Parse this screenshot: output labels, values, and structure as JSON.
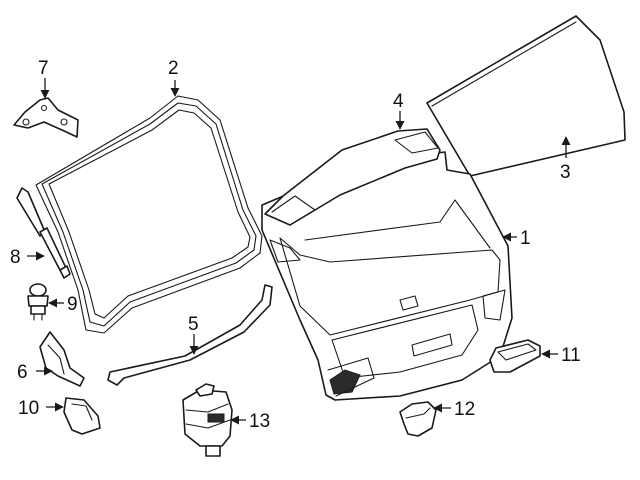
{
  "callouts": [
    {
      "number": "1",
      "part": "liftgate"
    },
    {
      "number": "2",
      "part": "weatherstrip"
    },
    {
      "number": "3",
      "part": "glass"
    },
    {
      "number": "4",
      "part": "spoiler"
    },
    {
      "number": "5",
      "part": "lower-seal"
    },
    {
      "number": "6",
      "part": "bracket"
    },
    {
      "number": "7",
      "part": "hinge"
    },
    {
      "number": "8",
      "part": "lift-support"
    },
    {
      "number": "9",
      "part": "bumper-stop"
    },
    {
      "number": "10",
      "part": "guide"
    },
    {
      "number": "11",
      "part": "lamp-housing"
    },
    {
      "number": "12",
      "part": "handle"
    },
    {
      "number": "13",
      "part": "lock-actuator"
    }
  ]
}
